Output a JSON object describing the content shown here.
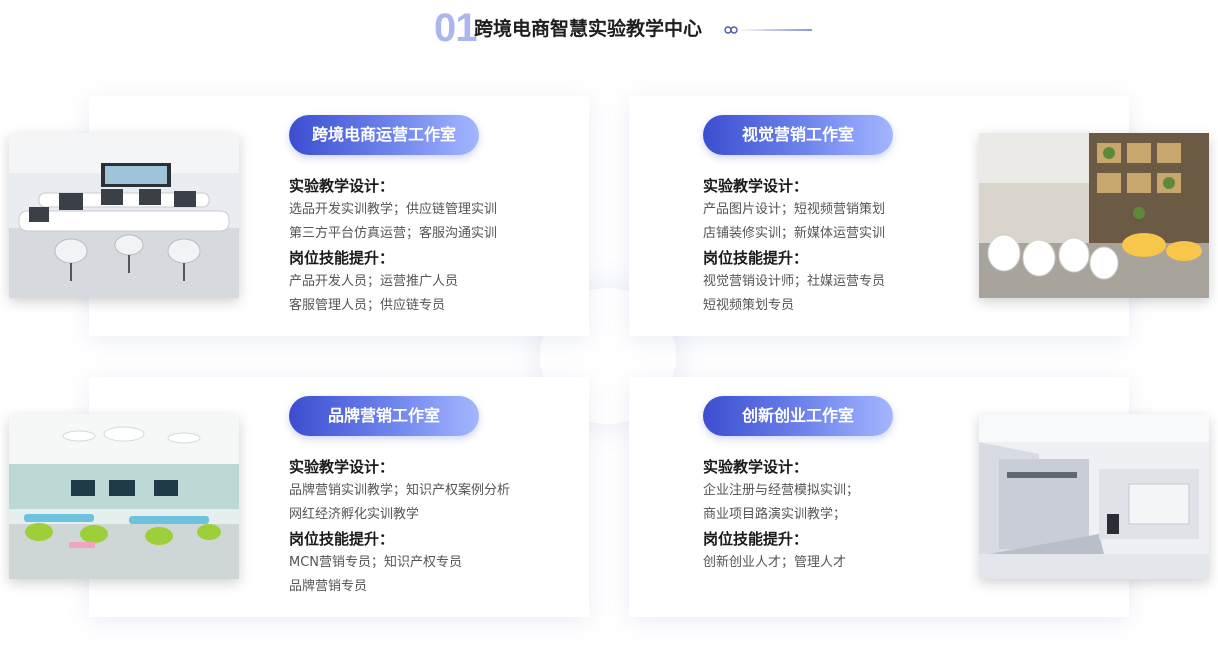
{
  "header": {
    "number": "01",
    "title": "跨境电商智慧实验教学中心"
  },
  "colors": {
    "accent_dark": "#3c4ed0",
    "accent_light": "#a4b6ff",
    "number": "#aab6ee"
  },
  "studios": [
    {
      "name": "跨境电商运营工作室",
      "design_heading": "实验教学设计：",
      "design_lines": [
        "选品开发实训教学；供应链管理实训",
        "第三方平台仿真运营；客服沟通实训"
      ],
      "skill_heading": "岗位技能提升：",
      "skill_lines": [
        "产品开发人员；运营推广人员",
        "客服管理人员；供应链专员"
      ]
    },
    {
      "name": "视觉营销工作室",
      "design_heading": "实验教学设计：",
      "design_lines": [
        "产品图片设计；短视频营销策划",
        "店铺装修实训；新媒体运营实训"
      ],
      "skill_heading": "岗位技能提升：",
      "skill_lines": [
        "视觉营销设计师；社媒运营专员",
        "短视频策划专员"
      ]
    },
    {
      "name": "品牌营销工作室",
      "design_heading": "实验教学设计：",
      "design_lines": [
        "品牌营销实训教学；知识产权案例分析",
        "网红经济孵化实训教学"
      ],
      "skill_heading": "岗位技能提升：",
      "skill_lines": [
        "MCN营销专员；知识产权专员",
        "品牌营销专员"
      ]
    },
    {
      "name": "创新创业工作室",
      "design_heading": "实验教学设计：",
      "design_lines": [
        "企业注册与经营模拟实训；",
        "商业项目路演实训教学；"
      ],
      "skill_heading": "岗位技能提升：",
      "skill_lines": [
        "创新创业人才；管理人才"
      ]
    }
  ]
}
